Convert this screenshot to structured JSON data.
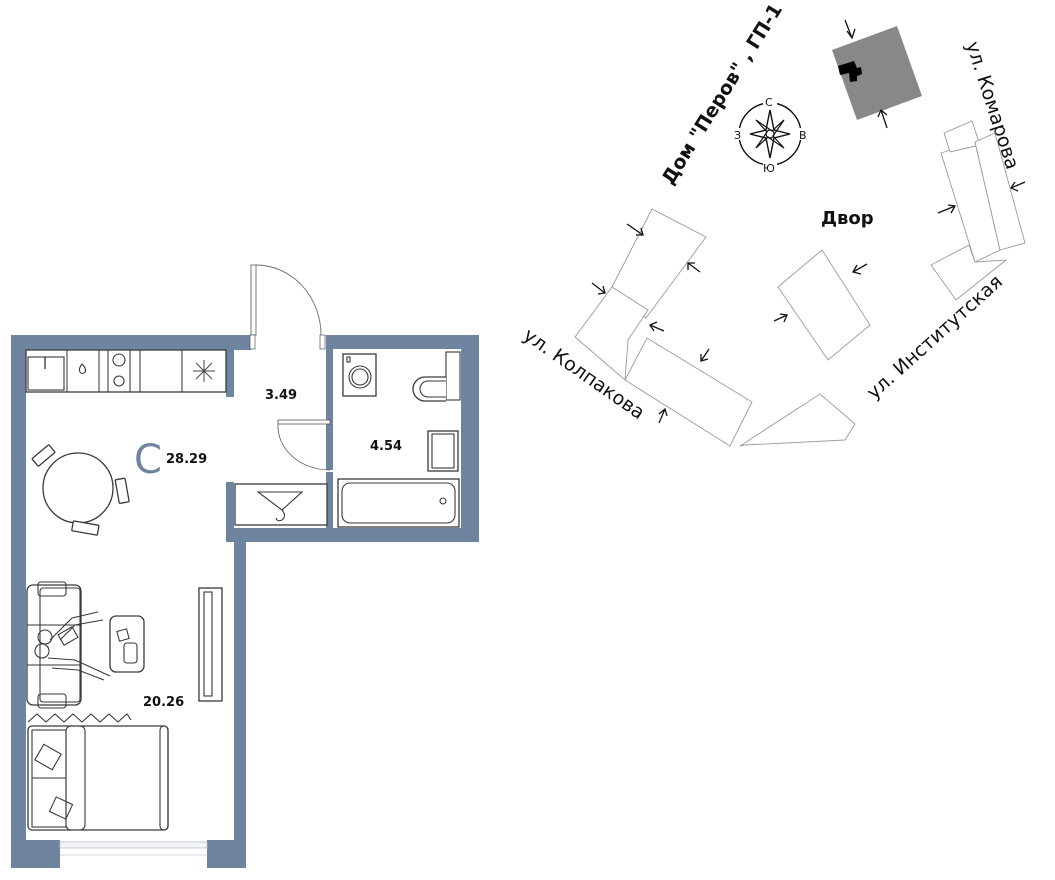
{
  "floorplan": {
    "unit_type_letter": "C",
    "total_area": "28.29",
    "rooms": [
      {
        "name": "hallway",
        "area": "3.49"
      },
      {
        "name": "bathroom",
        "area": "4.54"
      },
      {
        "name": "living-room",
        "area": "20.26"
      }
    ],
    "colors": {
      "wall": "#6f849f"
    }
  },
  "site_plan": {
    "house_label": "Дом \"Перов\" , ГП-1",
    "yard_label": "Двор",
    "streets": {
      "komarova": "ул. Комарова",
      "kolpakova": "ул. Колпакова",
      "institutskaya": "ул. Институтская"
    },
    "compass": {
      "north": "С",
      "south": "Ю",
      "west": "З",
      "east": "В"
    },
    "colors": {
      "current_building": "#888888",
      "current_section": "#000000"
    }
  }
}
